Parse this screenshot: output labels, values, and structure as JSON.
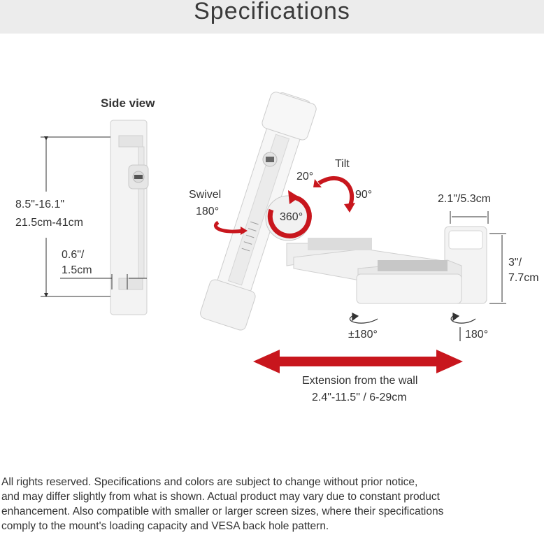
{
  "header": {
    "title": "Specifications"
  },
  "side_view": {
    "title": "Side view",
    "height_imperial": "8.5\"-16.1\"",
    "height_metric": "21.5cm-41cm",
    "depth_imperial": "0.6\"/",
    "depth_metric": "1.5cm"
  },
  "mount": {
    "swivel_label": "Swivel",
    "swivel_value": "180°",
    "rotation_value": "360°",
    "tilt_label": "Tilt",
    "tilt_up": "20°",
    "tilt_down": "90°",
    "plate_width": "2.1\"/5.3cm",
    "plate_height_imperial": "3\"/",
    "plate_height_metric": "7.7cm",
    "arm_rotation": "±180°",
    "wall_rotation": "180°",
    "extension_label": "Extension from the wall",
    "extension_value": "2.4\"-11.5\" / 6-29cm"
  },
  "colors": {
    "accent": "#c8161d",
    "header_bg": "#ececec",
    "product": "#f2f2f2"
  },
  "footer": {
    "line1": "All rights reserved. Specifications and colors are subject to change without prior notice,",
    "line2": "and may differ slightly from what is shown. Actual product may vary due to constant product",
    "line3": "enhancement. Also compatible with smaller or larger screen sizes, where their specifications",
    "line4": "comply to the mount's loading capacity and VESA back hole pattern."
  }
}
